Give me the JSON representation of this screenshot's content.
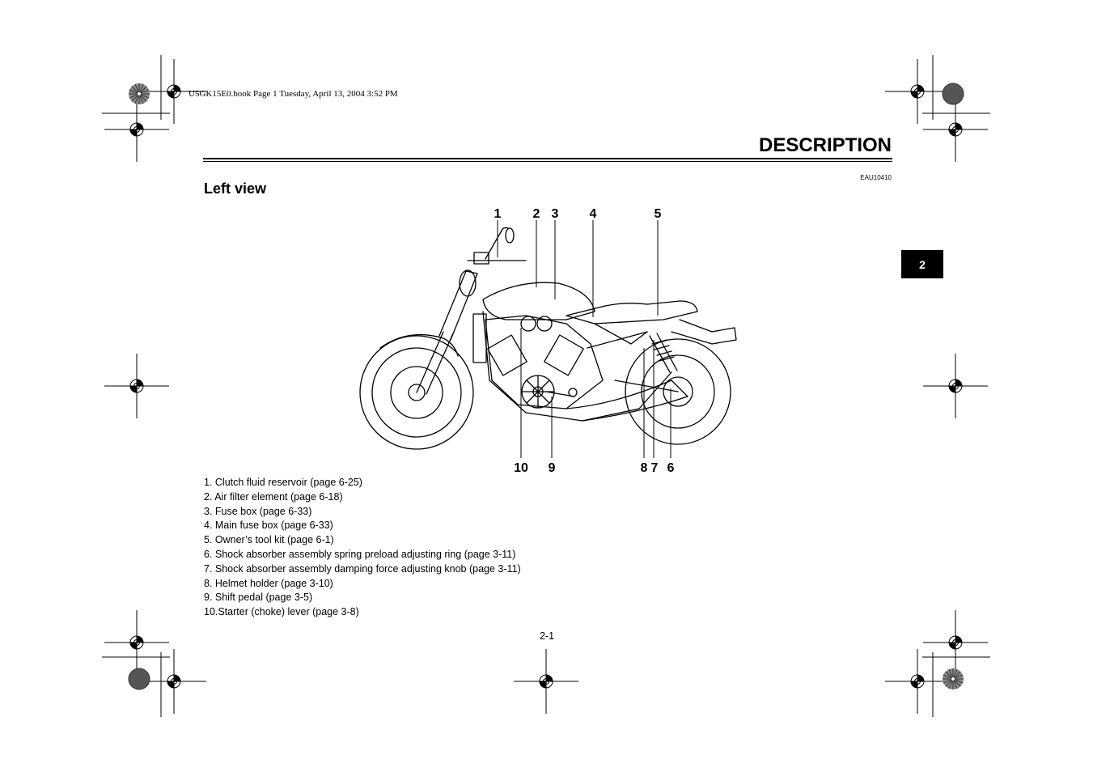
{
  "book_header": "U5GK15E0.book  Page 1  Tuesday, April 13, 2004  3:52 PM",
  "title": "DESCRIPTION",
  "doc_code": "EAU10410",
  "section_title": "Left view",
  "chapter_tab": "2",
  "callouts": {
    "top": [
      "1",
      "2",
      "3",
      "4",
      "5"
    ],
    "bottom": [
      "10",
      "9",
      "8",
      "7",
      "6"
    ]
  },
  "parts": [
    "1. Clutch fluid reservoir (page 6-25)",
    "2. Air filter element (page 6-18)",
    "3. Fuse box (page 6-33)",
    "4. Main fuse box (page 6-33)",
    "5. Owner’s tool kit (page 6-1)",
    "6. Shock absorber assembly spring preload adjusting ring (page 3-11)",
    "7. Shock absorber assembly damping force adjusting knob (page 3-11)",
    "8. Helmet holder (page 3-10)",
    "9. Shift pedal (page 3-5)",
    "10.Starter (choke) lever (page 3-8)"
  ],
  "page_number": "2-1",
  "icons": [
    "registration-mark-icon",
    "color-target-icon",
    "motorcycle-left-view-illustration"
  ]
}
